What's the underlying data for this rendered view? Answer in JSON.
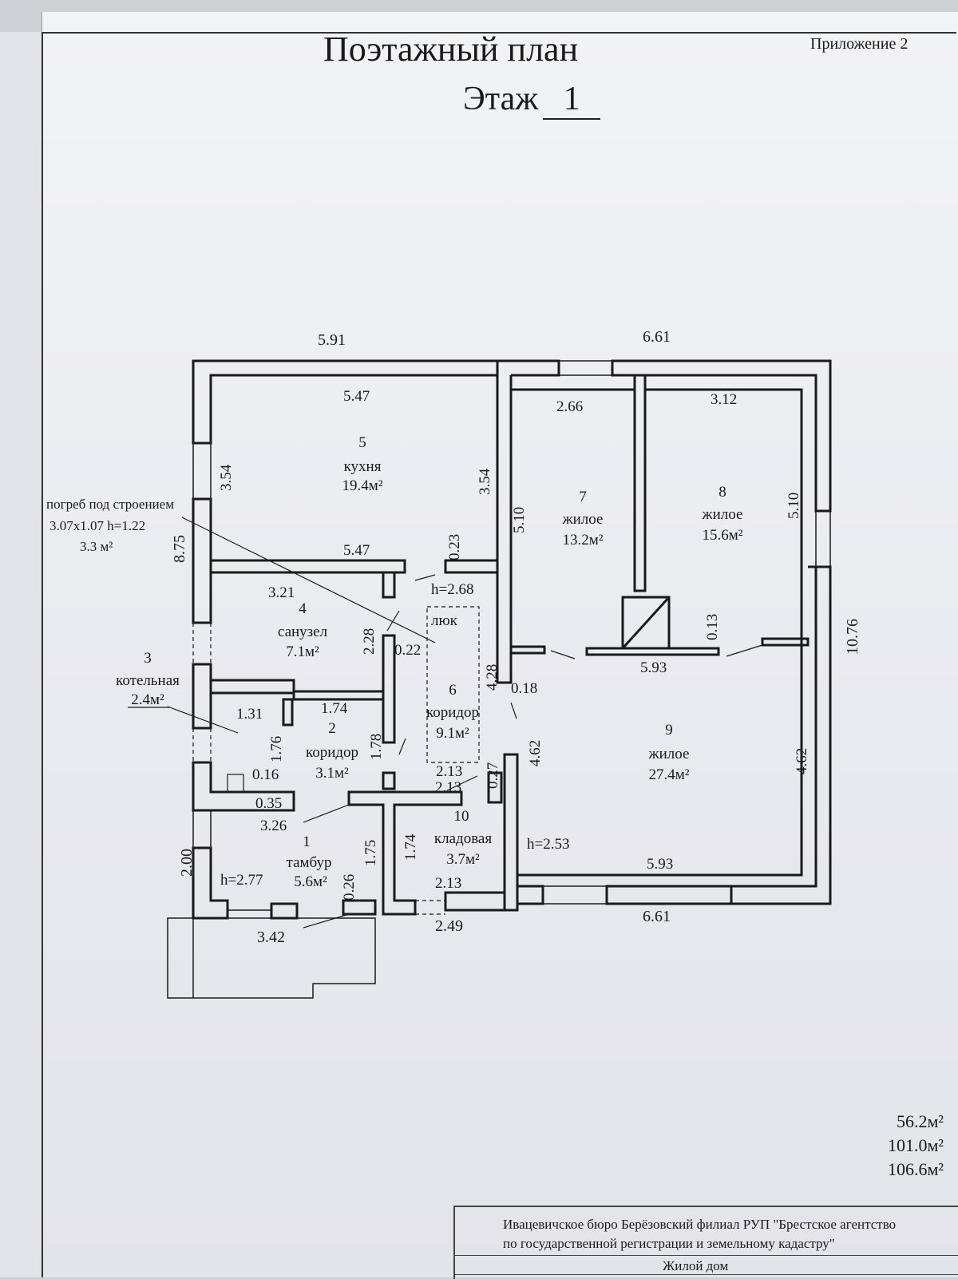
{
  "header": {
    "title": "Поэтажный план",
    "floor_label": "Этаж",
    "floor_number": "1",
    "appendix": "Приложение 2"
  },
  "overall_dims": {
    "top_left": "5.91",
    "top_right": "6.61",
    "left_side": "8.75",
    "right_side": "10.76",
    "bottom_right": "6.61",
    "porch_width": "3.42",
    "bottom_mid": "2.49",
    "entrance_side": "2.00"
  },
  "cellar_note": {
    "line1": "погреб под строением",
    "line2": "3.07x1.07 h=1.22",
    "line3": "3.3 м²"
  },
  "rooms": [
    {
      "number": "1",
      "name": "тамбур",
      "area": "5.6м²"
    },
    {
      "number": "2",
      "name": "коридор",
      "area": "3.1м²"
    },
    {
      "number": "3",
      "name": "котельная",
      "area": "2.4м²"
    },
    {
      "number": "4",
      "name": "санузел",
      "area": "7.1м²"
    },
    {
      "number": "5",
      "name": "кухня",
      "area": "19.4м²"
    },
    {
      "number": "6",
      "name": "коридор",
      "area": "9.1м²"
    },
    {
      "number": "7",
      "name": "жилое",
      "area": "13.2м²"
    },
    {
      "number": "8",
      "name": "жилое",
      "area": "15.6м²"
    },
    {
      "number": "9",
      "name": "жилое",
      "area": "27.4м²"
    },
    {
      "number": "10",
      "name": "кладовая",
      "area": "3.7м²"
    }
  ],
  "interior_dims": {
    "kitchen_top": "5.47",
    "kitchen_bottom": "5.47",
    "kitchen_left": "3.54",
    "kitchen_right": "3.54",
    "wall_023": "0.23",
    "bath_top": "3.21",
    "bath_height": "2.28",
    "wall_022": "0.22",
    "hatch": "люк",
    "height_main": "h=2.68",
    "corridor6_len": "4.28",
    "corridor6_width": "2.13",
    "wall_018": "0.18",
    "room7_top": "2.66",
    "room7_side": "5.10",
    "room8_top": "3.12",
    "room8_side": "5.10",
    "wall_013": "0.13",
    "room9_top": "5.93",
    "room9_bottom": "5.93",
    "room9_left": "4.62",
    "room9_right": "4.62",
    "corr2_a": "1.31",
    "corr2_b": "1.74",
    "corr2_c": "1.76",
    "corr2_d": "1.78",
    "wall_016": "0.16",
    "wall_035": "0.35",
    "tambour_top": "3.26",
    "tambour_side_a": "1.75",
    "tambour_side_b": "1.74",
    "wall_026": "0.26",
    "tambour_height": "h=2.77",
    "pantry_top": "2.13",
    "pantry_bottom": "2.13",
    "wall_027": "0.27",
    "height_right": "h=2.53"
  },
  "totals": {
    "living": "56.2м²",
    "total": "101.0м²",
    "gross": "106.6м²"
  },
  "stamp": {
    "org_line1": "Ивацевичское бюро Берёзовский филиал РУП \"Брестское агентство",
    "org_line2": "по государственной регистрации и земельному кадастру\"",
    "object": "Жилой дом"
  }
}
